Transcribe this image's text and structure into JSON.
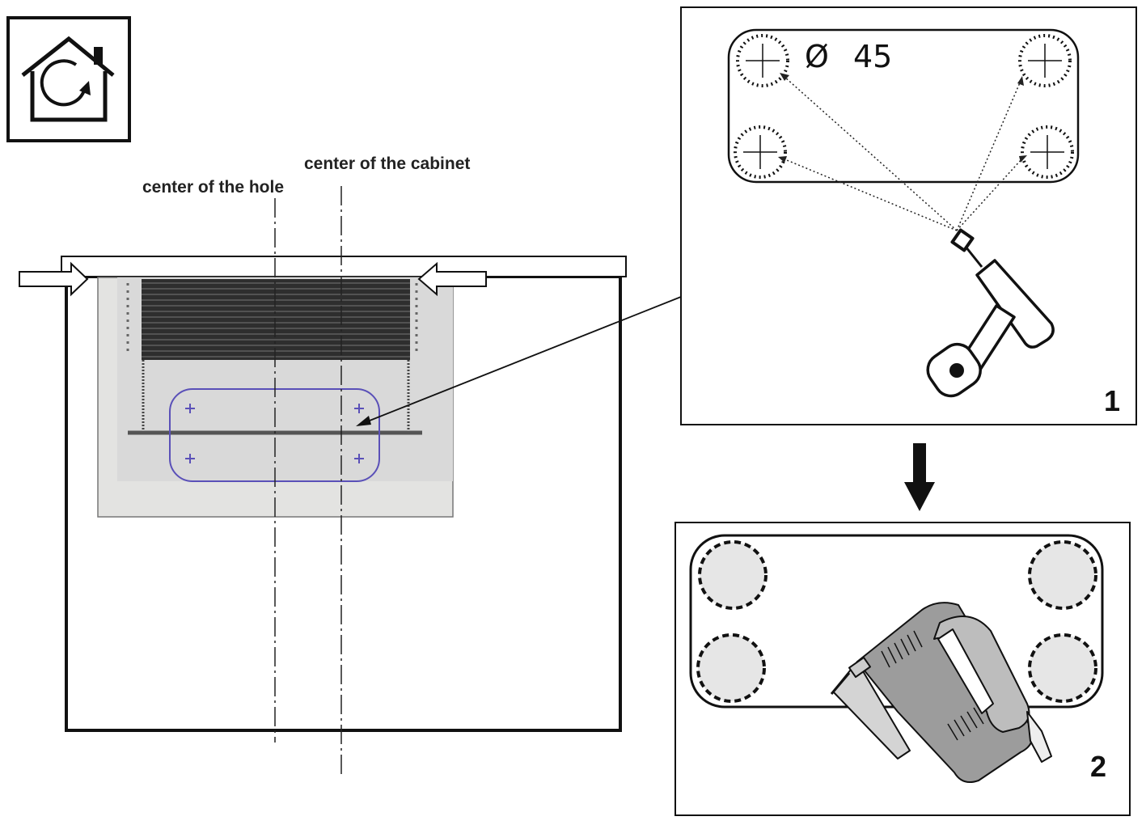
{
  "labels": {
    "center_hole": "center of the hole",
    "center_cabinet": "center of the cabinet"
  },
  "panel1": {
    "diameter_symbol": "Ø",
    "diameter_value": "45",
    "step_number": "1"
  },
  "panel2": {
    "step_number": "2"
  },
  "icons": {
    "house": "house-rotate-icon",
    "drill": "drill-icon",
    "jigsaw": "jigsaw-icon",
    "arrow": "arrow-down-icon"
  },
  "colors": {
    "outline": "#111111",
    "panel_gray": "#e0e0e0",
    "hole_fill": "#e6e6e6",
    "cutout_blue": "#5a50b8",
    "grille": "#333333"
  }
}
